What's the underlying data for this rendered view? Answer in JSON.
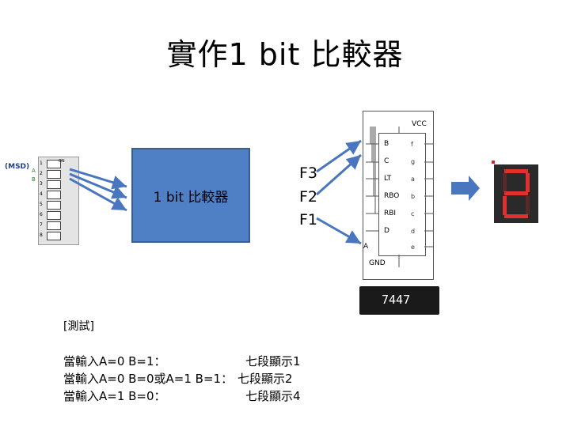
{
  "title": "實作1 bit 比較器",
  "switch": {
    "msd_label": "(MSD)",
    "a_label": "A",
    "b_label": "B",
    "on_label": "ON",
    "numbers": [
      "1",
      "2",
      "3",
      "4",
      "5",
      "6",
      "7",
      "8"
    ]
  },
  "comparator": {
    "label": "1 bit 比較器"
  },
  "outputs": [
    "F3",
    "F2",
    "F1"
  ],
  "ic": {
    "vcc": "VCC",
    "gnd": "GND",
    "inputs": [
      "B",
      "C",
      "LT",
      "RBO",
      "RBI",
      "D",
      "A"
    ],
    "outputs": [
      "f",
      "g",
      "a",
      "b",
      "c",
      "d",
      "e"
    ],
    "part": "7447"
  },
  "notes": {
    "heading": "[測試]",
    "rows": [
      {
        "cond": "當輸入A=0 B=1：",
        "result": "七段顯示1"
      },
      {
        "cond": "當輸入A=0 B=0或A=1 B=1：",
        "result": "七段顯示2"
      },
      {
        "cond": "當輸入A=1 B=0：",
        "result": "七段顯示4"
      }
    ]
  },
  "colors": {
    "box_fill": "#4f7fc5",
    "arrow_fill": "#4a76c0",
    "segment_on": "#e03030",
    "segment_off": "#5a2a2a"
  }
}
